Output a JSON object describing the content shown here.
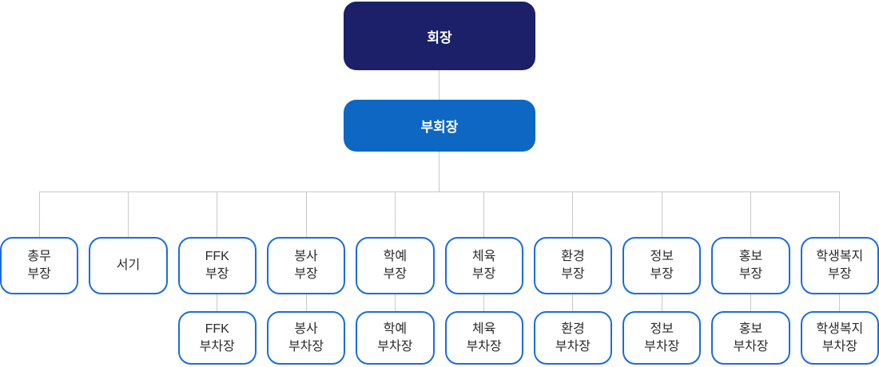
{
  "chairman": {
    "label": "회장"
  },
  "vice_chairman": {
    "label": "부회장"
  },
  "departments": [
    {
      "label": "총무\n부장",
      "deputy": null
    },
    {
      "label": "서기",
      "deputy": null
    },
    {
      "label": "FFK\n부장",
      "deputy": "FFK\n부차장"
    },
    {
      "label": "봉사\n부장",
      "deputy": "봉사\n부차장"
    },
    {
      "label": "학예\n부장",
      "deputy": "학예\n부차장"
    },
    {
      "label": "체육\n부장",
      "deputy": "체육\n부차장"
    },
    {
      "label": "환경\n부장",
      "deputy": "환경\n부차장"
    },
    {
      "label": "정보\n부장",
      "deputy": "정보\n부차장"
    },
    {
      "label": "홍보\n부장",
      "deputy": "홍보\n부차장"
    },
    {
      "label": "학생복지\n부장",
      "deputy": "학생복지\n부차장"
    }
  ],
  "colors": {
    "chairman_bg": "#1b2069",
    "vice_bg": "#0e67c2",
    "box_border": "#1b6ce0",
    "connector": "#c9c9c9",
    "text_dark": "#2b2b2b",
    "text_light": "#ffffff"
  }
}
